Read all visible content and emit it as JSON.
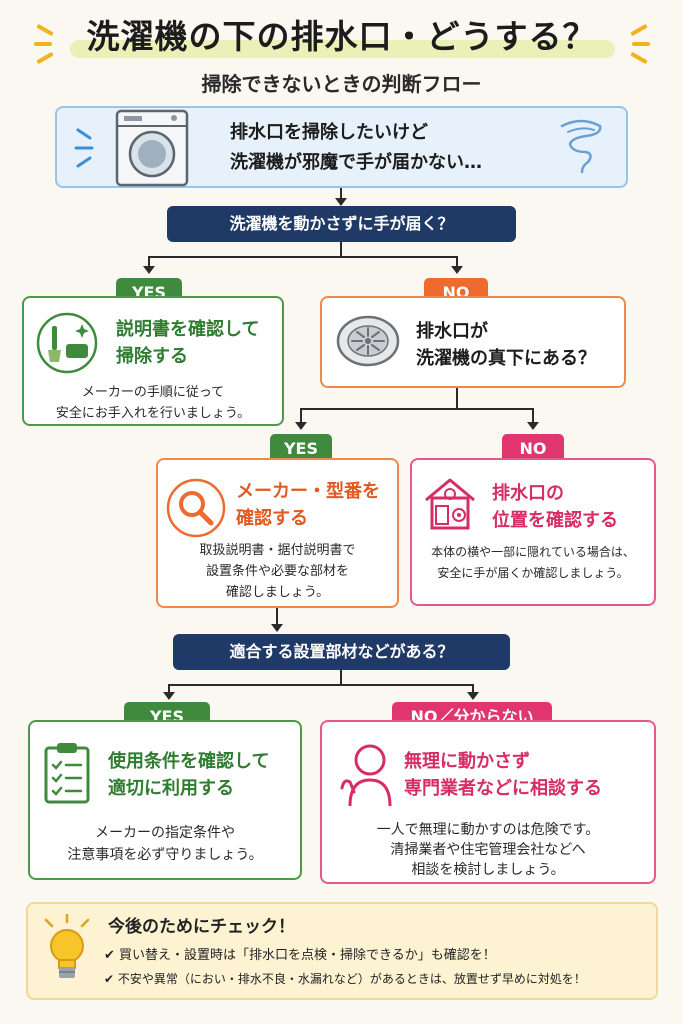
{
  "title": "洗濯機の下の排水口・どうする？",
  "subtitle": "掃除できないときの判断フロー",
  "intro": {
    "line1": "排水口を掃除したいけど",
    "line2": "洗濯機が邪魔で手が届かない…"
  },
  "question1": "洗濯機を動かさずに手が届く？",
  "q1_yes": "YES",
  "q1_no": "NO",
  "card_manual": {
    "head1": "説明書を確認して",
    "head2": "掃除する",
    "desc1": "メーカーの手順に従って",
    "desc2": "安全にお手入れを行いましょう。"
  },
  "card_drain_under": {
    "line1": "排水口が",
    "line2": "洗濯機の真下にある？"
  },
  "q2_yes": "YES",
  "q2_no": "NO",
  "card_model": {
    "head1": "メーカー・型番を",
    "head2": "確認する",
    "desc1": "取扱説明書・据付説明書で",
    "desc2": "設置条件や必要な部材を",
    "desc3": "確認しましょう。"
  },
  "card_location": {
    "head1": "排水口の",
    "head2": "位置を確認する",
    "desc1": "本体の横や一部に隠れている場合は、",
    "desc2": "安全に手が届くか確認しましょう。"
  },
  "question2": "適合する設置部材などがある？",
  "q3_yes": "YES",
  "q3_no": "NO／分からない",
  "card_use": {
    "head1": "使用条件を確認して",
    "head2": "適切に利用する",
    "desc1": "メーカーの指定条件や",
    "desc2": "注意事項を必ず守りましょう。"
  },
  "card_consult": {
    "head1": "無理に動かさず",
    "head2": "専門業者などに相談する",
    "desc1": "一人で無理に動かすのは危険です。",
    "desc2": "清掃業者や住宅管理会社などへ",
    "desc3": "相談を検討しましょう。"
  },
  "check": {
    "title": "今後のためにチェック！",
    "item1": "買い替え・設置時は「排水口を点検・掃除できるか」も確認を！",
    "item2": "不安や異常（におい・排水不良・水漏れなど）があるときは、放置せず早めに対処を！"
  },
  "colors": {
    "navy": "#1f3a66",
    "green": "#3f8a3c",
    "orange": "#ee6a2e",
    "pink": "#e0356f",
    "blue_box": "#e7f1fb",
    "yellow_box": "#fdf3d3"
  }
}
